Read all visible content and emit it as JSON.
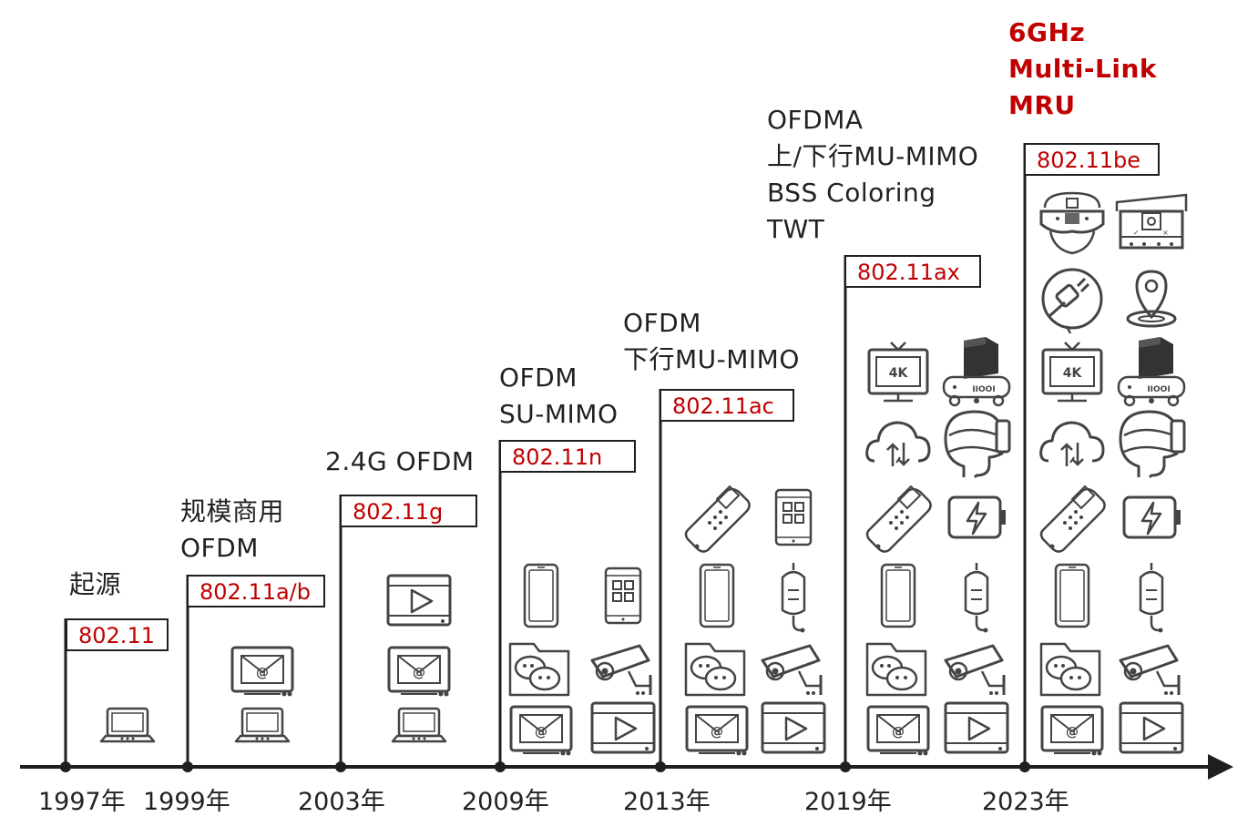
{
  "milestones": [
    {
      "year": "1997年",
      "standard": "802.11",
      "features": [
        "起源"
      ],
      "highlight": false,
      "icons": [
        "laptop-icon"
      ]
    },
    {
      "year": "1999年",
      "standard": "802.11a/b",
      "features": [
        "规模商用",
        "OFDM"
      ],
      "highlight": false,
      "icons": [
        "email-icon",
        "laptop-icon"
      ]
    },
    {
      "year": "2003年",
      "standard": "802.11g",
      "features": [
        "2.4G OFDM"
      ],
      "highlight": false,
      "icons": [
        "video-player-icon",
        "email-icon",
        "laptop-icon"
      ]
    },
    {
      "year": "2009年",
      "standard": "802.11n",
      "features": [
        "OFDM",
        "SU-MIMO"
      ],
      "highlight": false,
      "icons": [
        "smartphone-icon",
        "tablet-apps-icon",
        "chat-folder-icon",
        "security-camera-icon",
        "email-icon",
        "video-player-icon"
      ]
    },
    {
      "year": "2013年",
      "standard": "802.11ac",
      "features": [
        "OFDM",
        "下行MU-MIMO"
      ],
      "highlight": false,
      "icons": [
        "pos-terminal-icon",
        "tablet-apps-icon",
        "smartphone-icon",
        "iv-drip-icon",
        "chat-folder-icon",
        "security-camera-icon",
        "email-icon",
        "video-player-icon"
      ]
    },
    {
      "year": "2019年",
      "standard": "802.11ax",
      "features": [
        "OFDMA",
        "上/下行MU-MIMO",
        "BSS Coloring",
        "TWT"
      ],
      "highlight": false,
      "icons": [
        "4k-tv-icon",
        "agv-robot-icon",
        "cloud-sync-icon",
        "vr-headset-icon",
        "pos-terminal-icon",
        "battery-charging-icon",
        "smartphone-icon",
        "iv-drip-icon",
        "chat-folder-icon",
        "security-camera-icon",
        "email-icon",
        "video-player-icon"
      ]
    },
    {
      "year": "2023年",
      "standard": "802.11be",
      "features": [
        "6GHz",
        "Multi-Link",
        "MRU"
      ],
      "highlight": true,
      "icons": [
        "ar-headset-icon",
        "factory-camera-icon",
        "plug-icon",
        "location-pin-icon",
        "4k-tv-icon",
        "agv-robot-icon",
        "cloud-sync-icon",
        "vr-headset-icon",
        "pos-terminal-icon",
        "battery-charging-icon",
        "smartphone-icon",
        "iv-drip-icon",
        "chat-folder-icon",
        "security-camera-icon",
        "email-icon",
        "video-player-icon"
      ]
    }
  ],
  "icon_labels": {
    "tv": "4K",
    "robot": "IIOOI"
  },
  "colors": {
    "highlight": "#c00000",
    "line": "#1f1f1f",
    "icon": "#444444"
  }
}
